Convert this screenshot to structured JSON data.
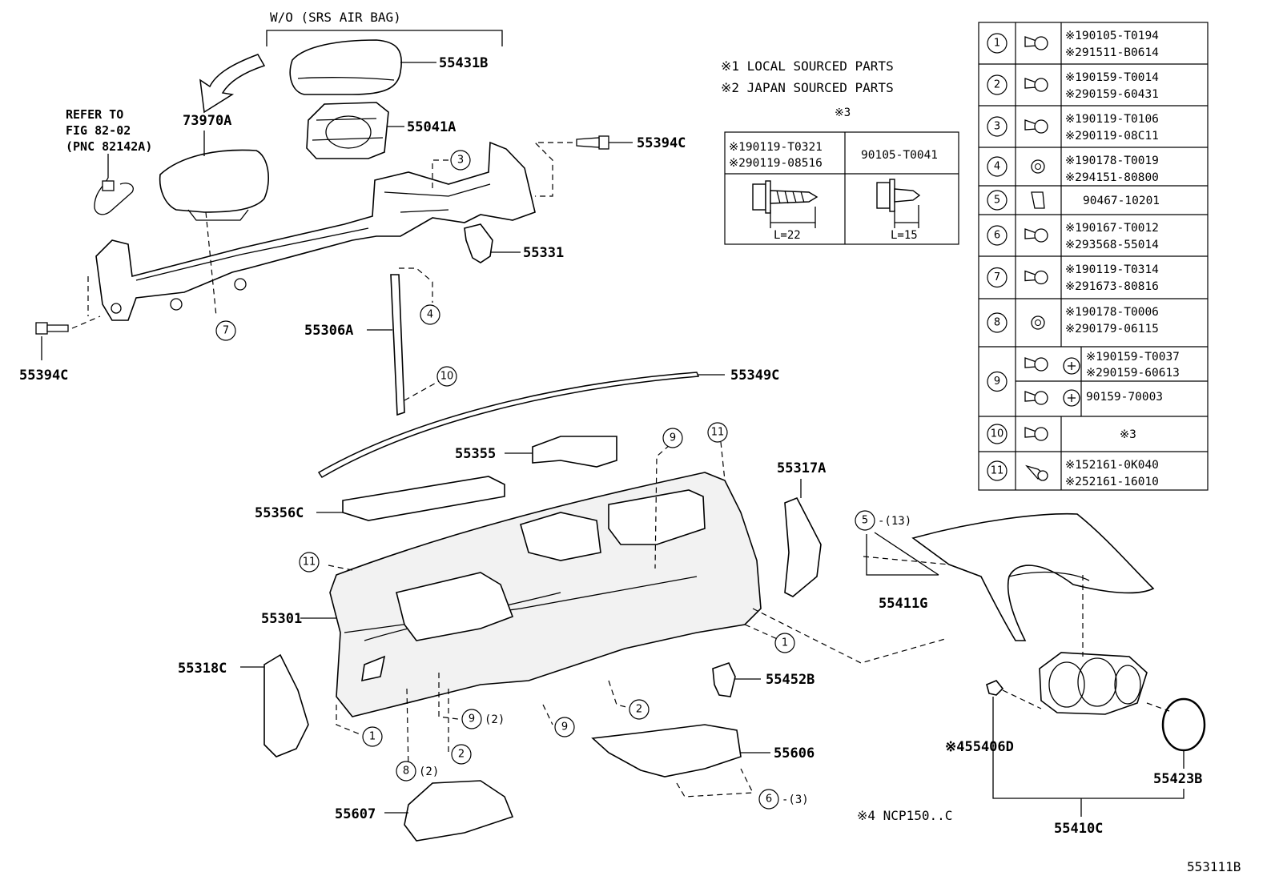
{
  "notes": {
    "wo_airbag": "W/O (SRS AIR BAG)",
    "refer_line1": "REFER TO",
    "refer_line2": "FIG 82-02",
    "refer_line3": "(PNC 82142A)",
    "note1": "※1 LOCAL SOURCED PARTS",
    "note2": "※2 JAPAN SOURCED PARTS",
    "note3_mark": "※3",
    "note4": "※4 NCP150..C",
    "diagram_id": "553111B"
  },
  "bolt_box": {
    "left_line1": "※190119-T0321",
    "left_line2": "※290119-08516",
    "right_line1": "90105-T0041",
    "left_length": "L=22",
    "right_length": "L=15"
  },
  "parts": [
    {
      "id": "p1",
      "label": "55431B"
    },
    {
      "id": "p2",
      "label": "73970A"
    },
    {
      "id": "p3",
      "label": "55041A"
    },
    {
      "id": "p4",
      "label": "55394C"
    },
    {
      "id": "p5",
      "label": "55331"
    },
    {
      "id": "p6",
      "label": "55306A"
    },
    {
      "id": "p7",
      "label": "55394C"
    },
    {
      "id": "p8",
      "label": "55349C"
    },
    {
      "id": "p9",
      "label": "55355"
    },
    {
      "id": "p10",
      "label": "55356C"
    },
    {
      "id": "p11",
      "label": "55317A"
    },
    {
      "id": "p12",
      "label": "55301"
    },
    {
      "id": "p13",
      "label": "55411G"
    },
    {
      "id": "p14",
      "label": "55318C"
    },
    {
      "id": "p15",
      "label": "55452B"
    },
    {
      "id": "p16",
      "label": "55606"
    },
    {
      "id": "p17",
      "label": "55607"
    },
    {
      "id": "p18",
      "label": "※455406D"
    },
    {
      "id": "p19",
      "label": "55423B"
    },
    {
      "id": "p20",
      "label": "55410C"
    }
  ],
  "callouts": [
    {
      "num": "3",
      "qty": ""
    },
    {
      "num": "7",
      "qty": ""
    },
    {
      "num": "4",
      "qty": ""
    },
    {
      "num": "10",
      "qty": ""
    },
    {
      "num": "9",
      "qty": ""
    },
    {
      "num": "11",
      "qty": ""
    },
    {
      "num": "5",
      "qty": "(13)"
    },
    {
      "num": "11",
      "qty": ""
    },
    {
      "num": "1",
      "qty": ""
    },
    {
      "num": "1",
      "qty": ""
    },
    {
      "num": "9",
      "qty": "(2)"
    },
    {
      "num": "9",
      "qty": ""
    },
    {
      "num": "2",
      "qty": ""
    },
    {
      "num": "2",
      "qty": ""
    },
    {
      "num": "8",
      "qty": "(2)"
    },
    {
      "num": "6",
      "qty": "(3)"
    }
  ],
  "fastener_table": [
    {
      "num": "1",
      "line1": "※190105-T0194",
      "line2": "※291511-B0614"
    },
    {
      "num": "2",
      "line1": "※190159-T0014",
      "line2": "※290159-60431"
    },
    {
      "num": "3",
      "line1": "※190119-T0106",
      "line2": "※290119-08C11"
    },
    {
      "num": "4",
      "line1": "※190178-T0019",
      "line2": "※294151-80800"
    },
    {
      "num": "5",
      "line1": "90467-10201",
      "line2": ""
    },
    {
      "num": "6",
      "line1": "※190167-T0012",
      "line2": "※293568-55014"
    },
    {
      "num": "7",
      "line1": "※190119-T0314",
      "line2": "※291673-80816"
    },
    {
      "num": "8",
      "line1": "※190178-T0006",
      "line2": "※290179-06115"
    },
    {
      "num": "9",
      "line1": "※190159-T0037",
      "line2": "※290159-60613",
      "line3": "90159-70003"
    },
    {
      "num": "10",
      "line1": "※3",
      "line2": ""
    },
    {
      "num": "11",
      "line1": "※152161-0K040",
      "line2": "※252161-16010"
    }
  ]
}
